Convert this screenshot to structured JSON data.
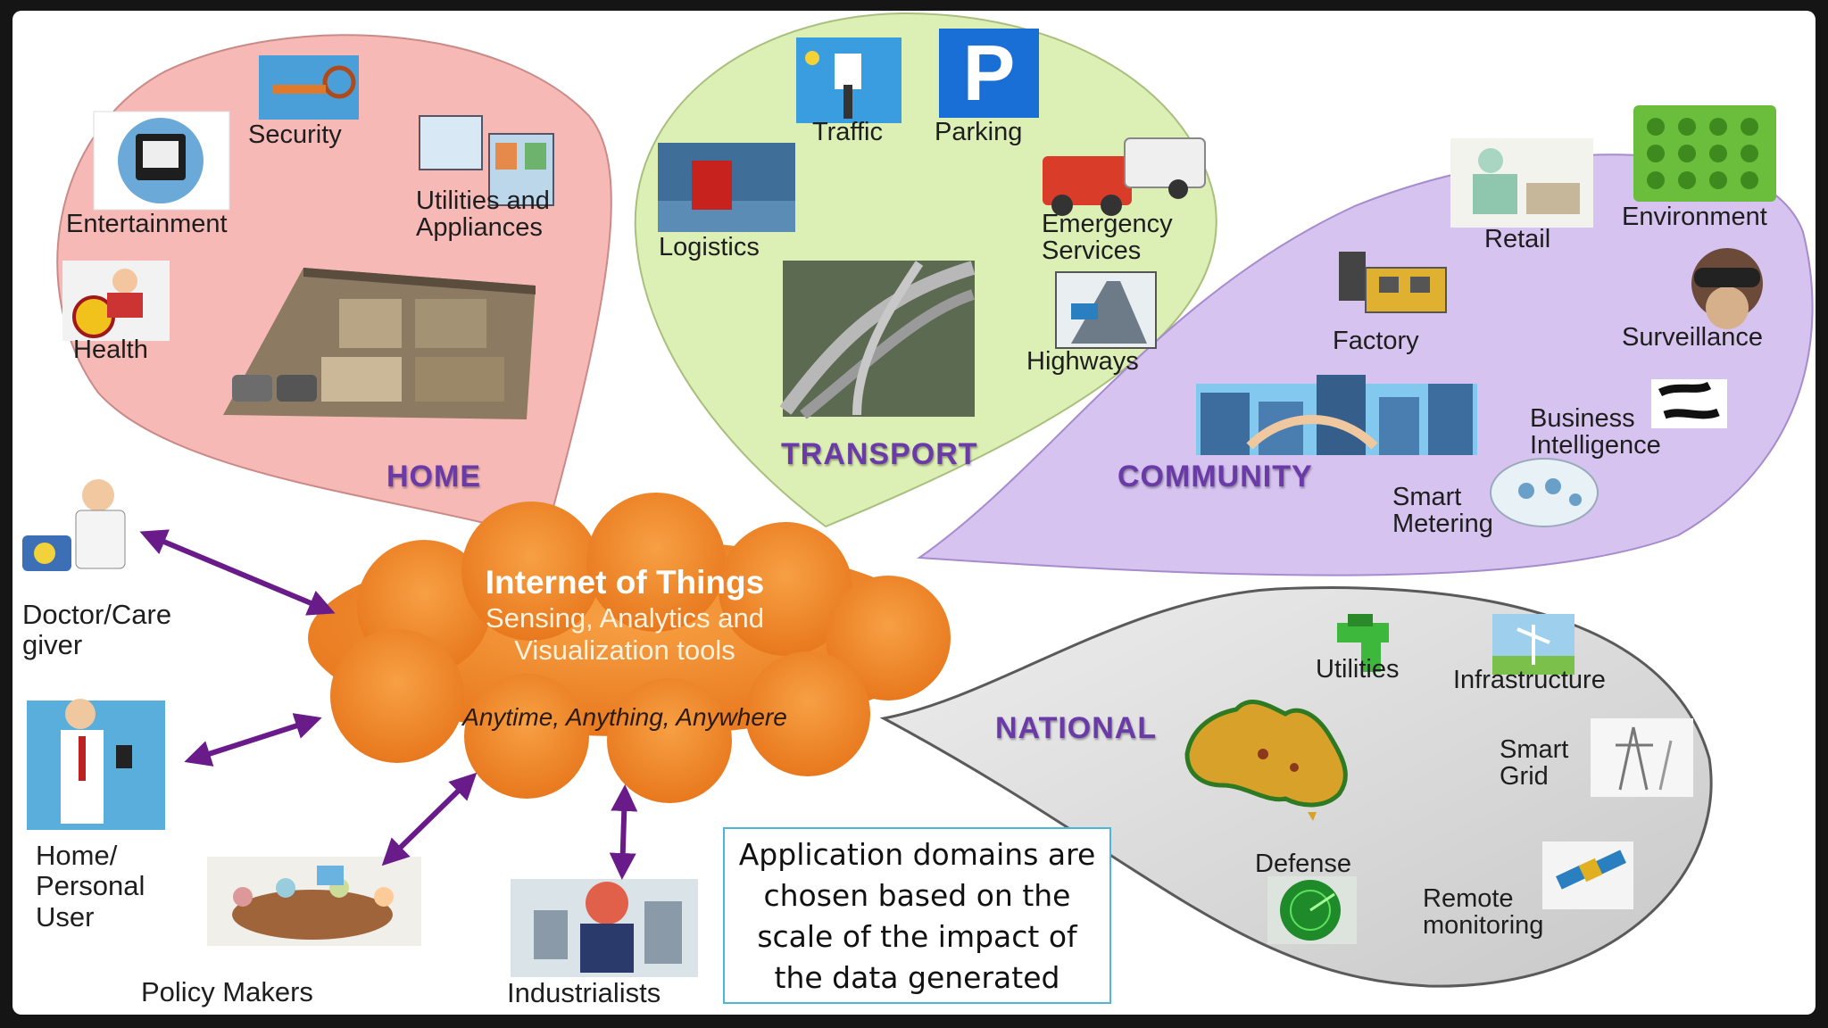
{
  "center": {
    "title": "Internet of Things",
    "subtitle_line1": "Sensing, Analytics and",
    "subtitle_line2": "Visualization tools",
    "tagline": "Anytime, Anything, Anywhere"
  },
  "domains": {
    "home": {
      "title": "HOME",
      "color": "#f7b9b6",
      "items": {
        "security": "Security",
        "entertainment": "Entertainment",
        "utilities_line1": "Utilities and",
        "utilities_line2": "Appliances",
        "health": "Health"
      }
    },
    "transport": {
      "title": "TRANSPORT",
      "color": "#dcefb4",
      "items": {
        "traffic": "Traffic",
        "parking": "Parking",
        "logistics": "Logistics",
        "emergency_line1": "Emergency",
        "emergency_line2": "Services",
        "highways": "Highways"
      }
    },
    "community": {
      "title": "COMMUNITY",
      "color": "#d6c3ef",
      "items": {
        "retail": "Retail",
        "environment": "Environment",
        "factory": "Factory",
        "surveillance": "Surveillance",
        "bi_line1": "Business",
        "bi_line2": "Intelligence",
        "metering_line1": "Smart",
        "metering_line2": "Metering"
      }
    },
    "national": {
      "title": "NATIONAL",
      "color": "#d9d9d9",
      "items": {
        "utilities": "Utilities",
        "infrastructure": "Infrastructure",
        "grid_line1": "Smart",
        "grid_line2": "Grid",
        "defense": "Defense",
        "remote_line1": "Remote",
        "remote_line2": "monitoring"
      }
    }
  },
  "stakeholders": {
    "doctor_line1": "Doctor/Care",
    "doctor_line2": "giver",
    "user_line1": "Home/",
    "user_line2": "Personal",
    "user_line3": "User",
    "policy": "Policy Makers",
    "industrialists": "Industrialists"
  },
  "caption": {
    "line1": "Application domains are",
    "line2": "chosen based on the",
    "line3": "scale of the impact of",
    "line4": "the data generated"
  },
  "colors": {
    "cloud": "#f08a2c",
    "arrow": "#6a1b8a",
    "domain_title": "#6a3aa8",
    "caption_border": "#4fb4d6"
  }
}
